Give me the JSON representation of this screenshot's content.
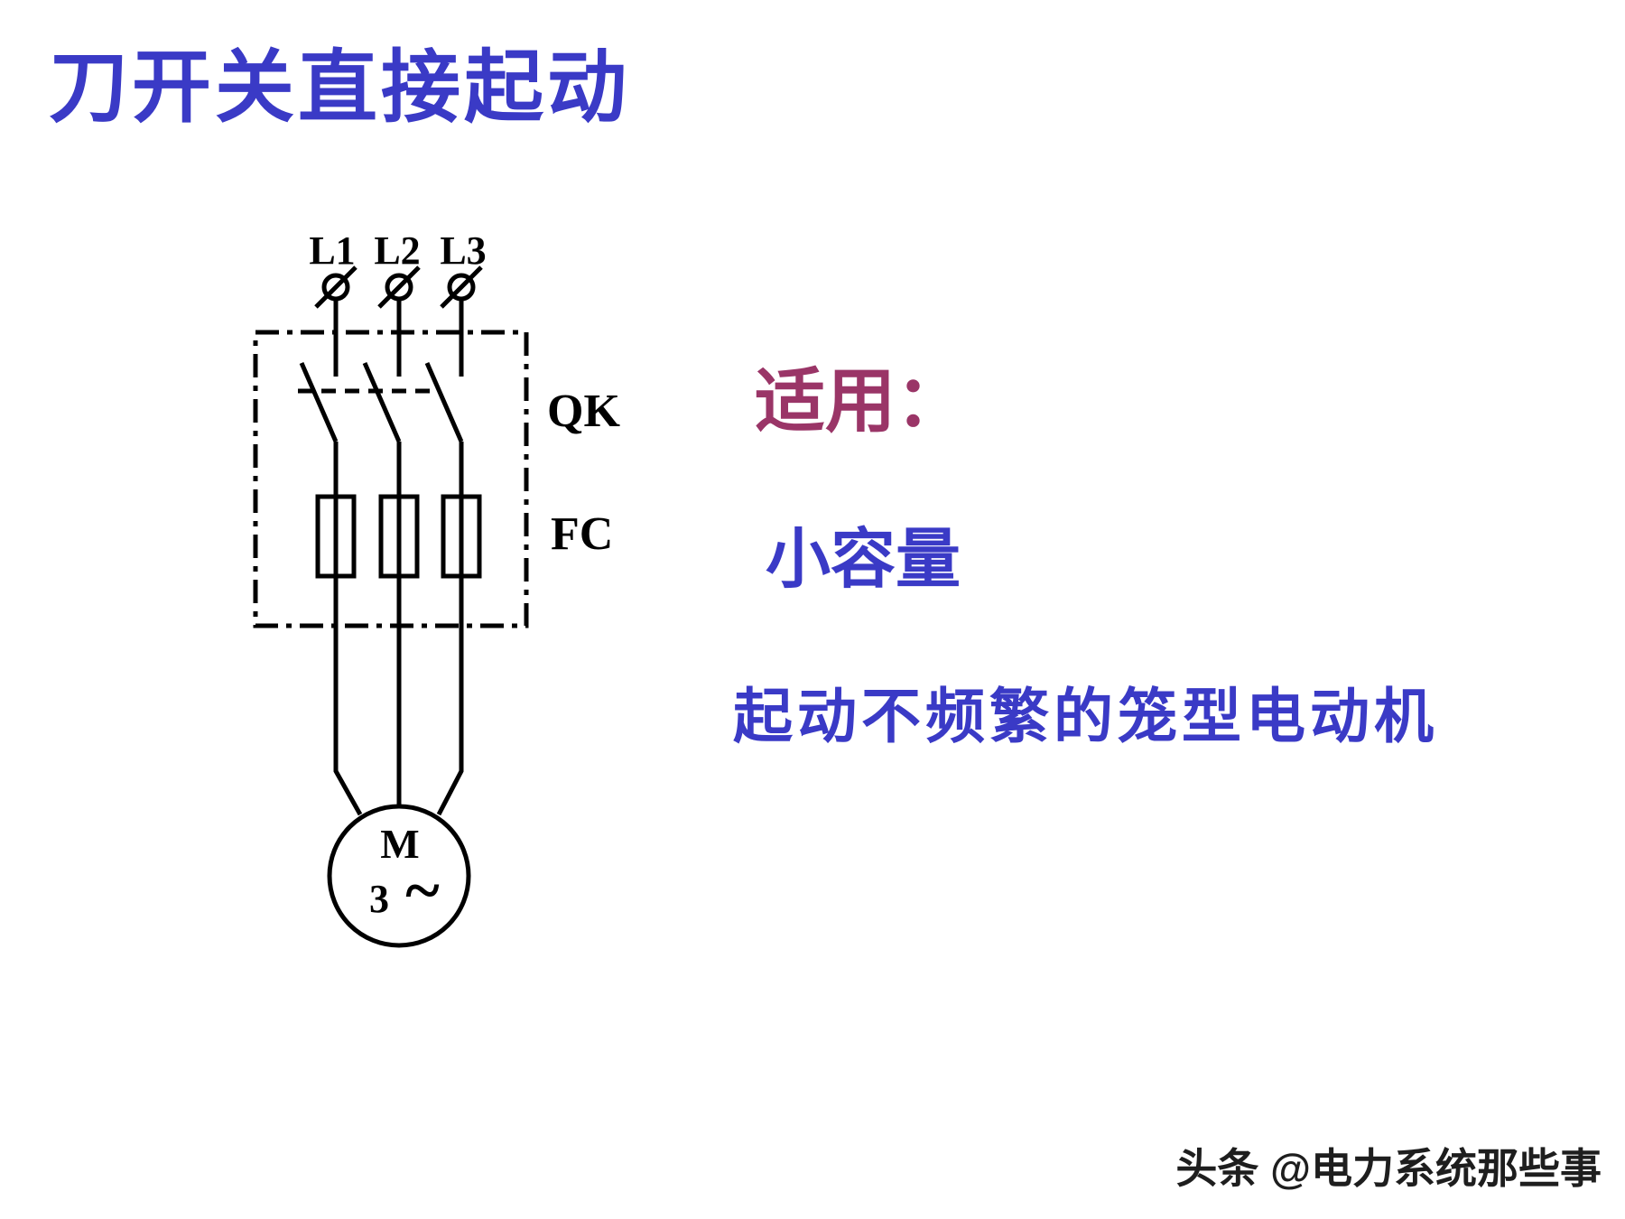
{
  "slide": {
    "title": "刀开关直接起动",
    "title_color": "#3a3ac6",
    "background_color": "#ffffff"
  },
  "diagram": {
    "line_color": "#000000",
    "phase_labels": [
      "L1",
      "L2",
      "L3"
    ],
    "switch_label": "QK",
    "fuse_label": "FC",
    "motor": {
      "letter": "M",
      "phase_count": "3",
      "ac_symbol": "~"
    }
  },
  "notes": {
    "heading": "适用：",
    "heading_color": "#9a3567",
    "text_color": "#3a3ac6",
    "items": [
      "小容量",
      "起动不频繁的笼型电动机"
    ]
  },
  "watermark": {
    "text": "头条 @电力系统那些事",
    "color": "#1e1e1e"
  }
}
